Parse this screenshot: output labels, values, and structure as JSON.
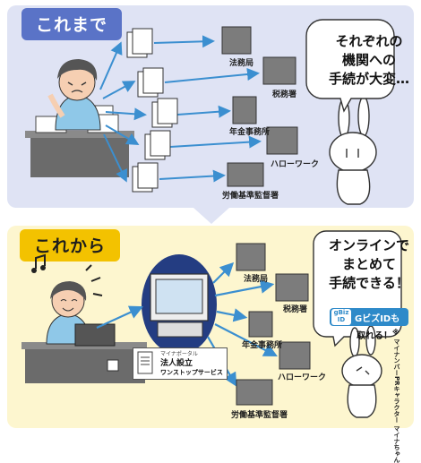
{
  "before": {
    "tab_label": "これまで",
    "speech": [
      "それぞれの",
      "機関への",
      "手続が大変…"
    ]
  },
  "after": {
    "tab_label": "これから",
    "speech": [
      "オンラインで",
      "まとめて",
      "手続できる！"
    ],
    "gbiz_logo": "gBiz ID",
    "gbiz_text": "GビズIDも",
    "gbiz_text2": "取れる！",
    "gbiz_note": "※",
    "service_small": "マイナポータル",
    "service_title": "法人設立",
    "service_sub": "ワンストップサービス",
    "mascot_caption": "マイナンバーPRキャラクター マイナちゃん"
  },
  "agencies": [
    "法務局",
    "税務署",
    "年金事務所",
    "ハローワーク",
    "労働基準監督署"
  ]
}
